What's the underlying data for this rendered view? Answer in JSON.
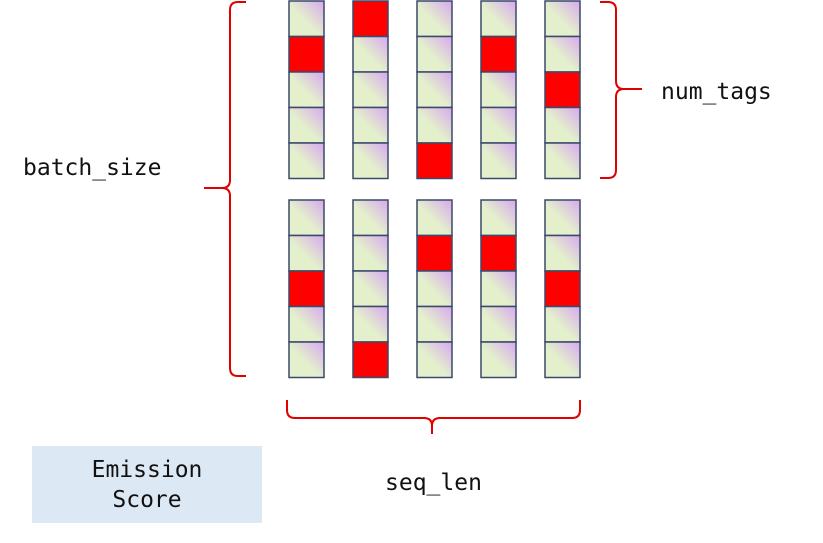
{
  "labels": {
    "batch_size": "batch_size",
    "num_tags": "num_tags",
    "seq_len": "seq_len"
  },
  "caption": {
    "line1": "Emission",
    "line2": "Score"
  },
  "colors": {
    "highlight": "#ff0000",
    "cell_gradient_a": "#e4f0cc",
    "cell_gradient_b": "#d7a8f0",
    "cell_border": "#3a4a6a",
    "brace": "#e00000",
    "caption_bg": "#dde8f5"
  },
  "grid": {
    "num_tags": 5,
    "seq_len": 5,
    "batch_size": 2,
    "batches": [
      {
        "highlighted_tag_per_position": [
          1,
          0,
          4,
          1,
          2
        ]
      },
      {
        "highlighted_tag_per_position": [
          2,
          4,
          1,
          1,
          2
        ]
      }
    ]
  }
}
